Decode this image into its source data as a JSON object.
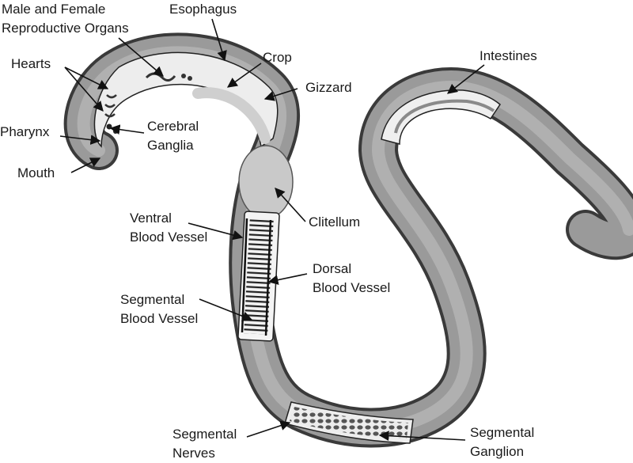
{
  "labels": {
    "reproductive": [
      "Male and Female",
      "Reproductive Organs"
    ],
    "esophagus": [
      "Esophagus"
    ],
    "crop": [
      "Crop"
    ],
    "gizzard": [
      "Gizzard"
    ],
    "hearts": [
      "Hearts"
    ],
    "pharynx": [
      "Pharynx"
    ],
    "cerebral_ganglia": [
      "Cerebral",
      "Ganglia"
    ],
    "mouth": [
      "Mouth"
    ],
    "intestines": [
      "Intestines"
    ],
    "clitellum": [
      "Clitellum"
    ],
    "ventral_blood_vessel": [
      "Ventral",
      "Blood Vessel"
    ],
    "dorsal_blood_vessel": [
      "Dorsal",
      "Blood Vessel"
    ],
    "segmental_blood_vessel": [
      "Segmental",
      "Blood Vessel"
    ],
    "segmental_nerves": [
      "Segmental",
      "Nerves"
    ],
    "segmental_ganglion": [
      "Segmental",
      "Ganglion"
    ]
  },
  "colors": {
    "body": "#9a9a9a",
    "body_outline": "#3a3a3a",
    "body_inner": "#b4b4b4",
    "cutaway": "#ededed",
    "clitellum": "#c9c9c9",
    "ink": "#1a1a1a"
  }
}
